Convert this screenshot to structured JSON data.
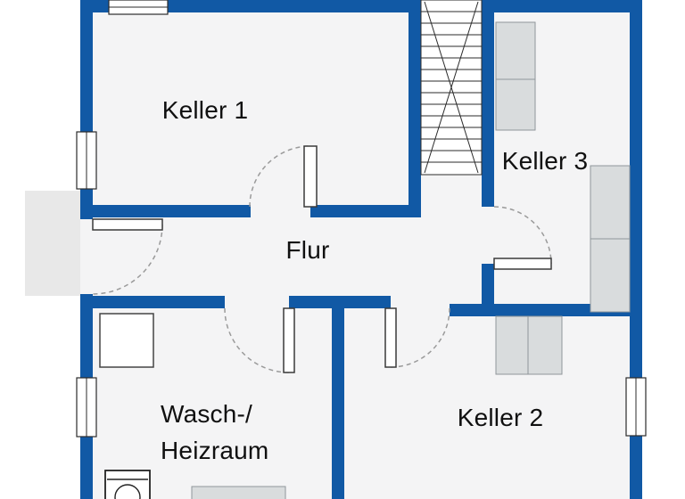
{
  "colors": {
    "wall": "#1159a5",
    "floor": "#f4f4f5",
    "outside": "#ffffff",
    "furniture": "#d9dcdd",
    "furniture-border": "#8f969a",
    "landing": "#e8e8e8",
    "line": "#2b2b2b",
    "door-arc": "#9a9a9a",
    "text": "#101010"
  },
  "rooms": {
    "keller1": {
      "label": "Keller 1"
    },
    "keller3": {
      "label": "Keller 3"
    },
    "flur": {
      "label": "Flur"
    },
    "wasch_heizraum": {
      "line1": "Wasch-/",
      "line2": "Heizraum"
    },
    "keller2": {
      "label": "Keller 2"
    }
  }
}
